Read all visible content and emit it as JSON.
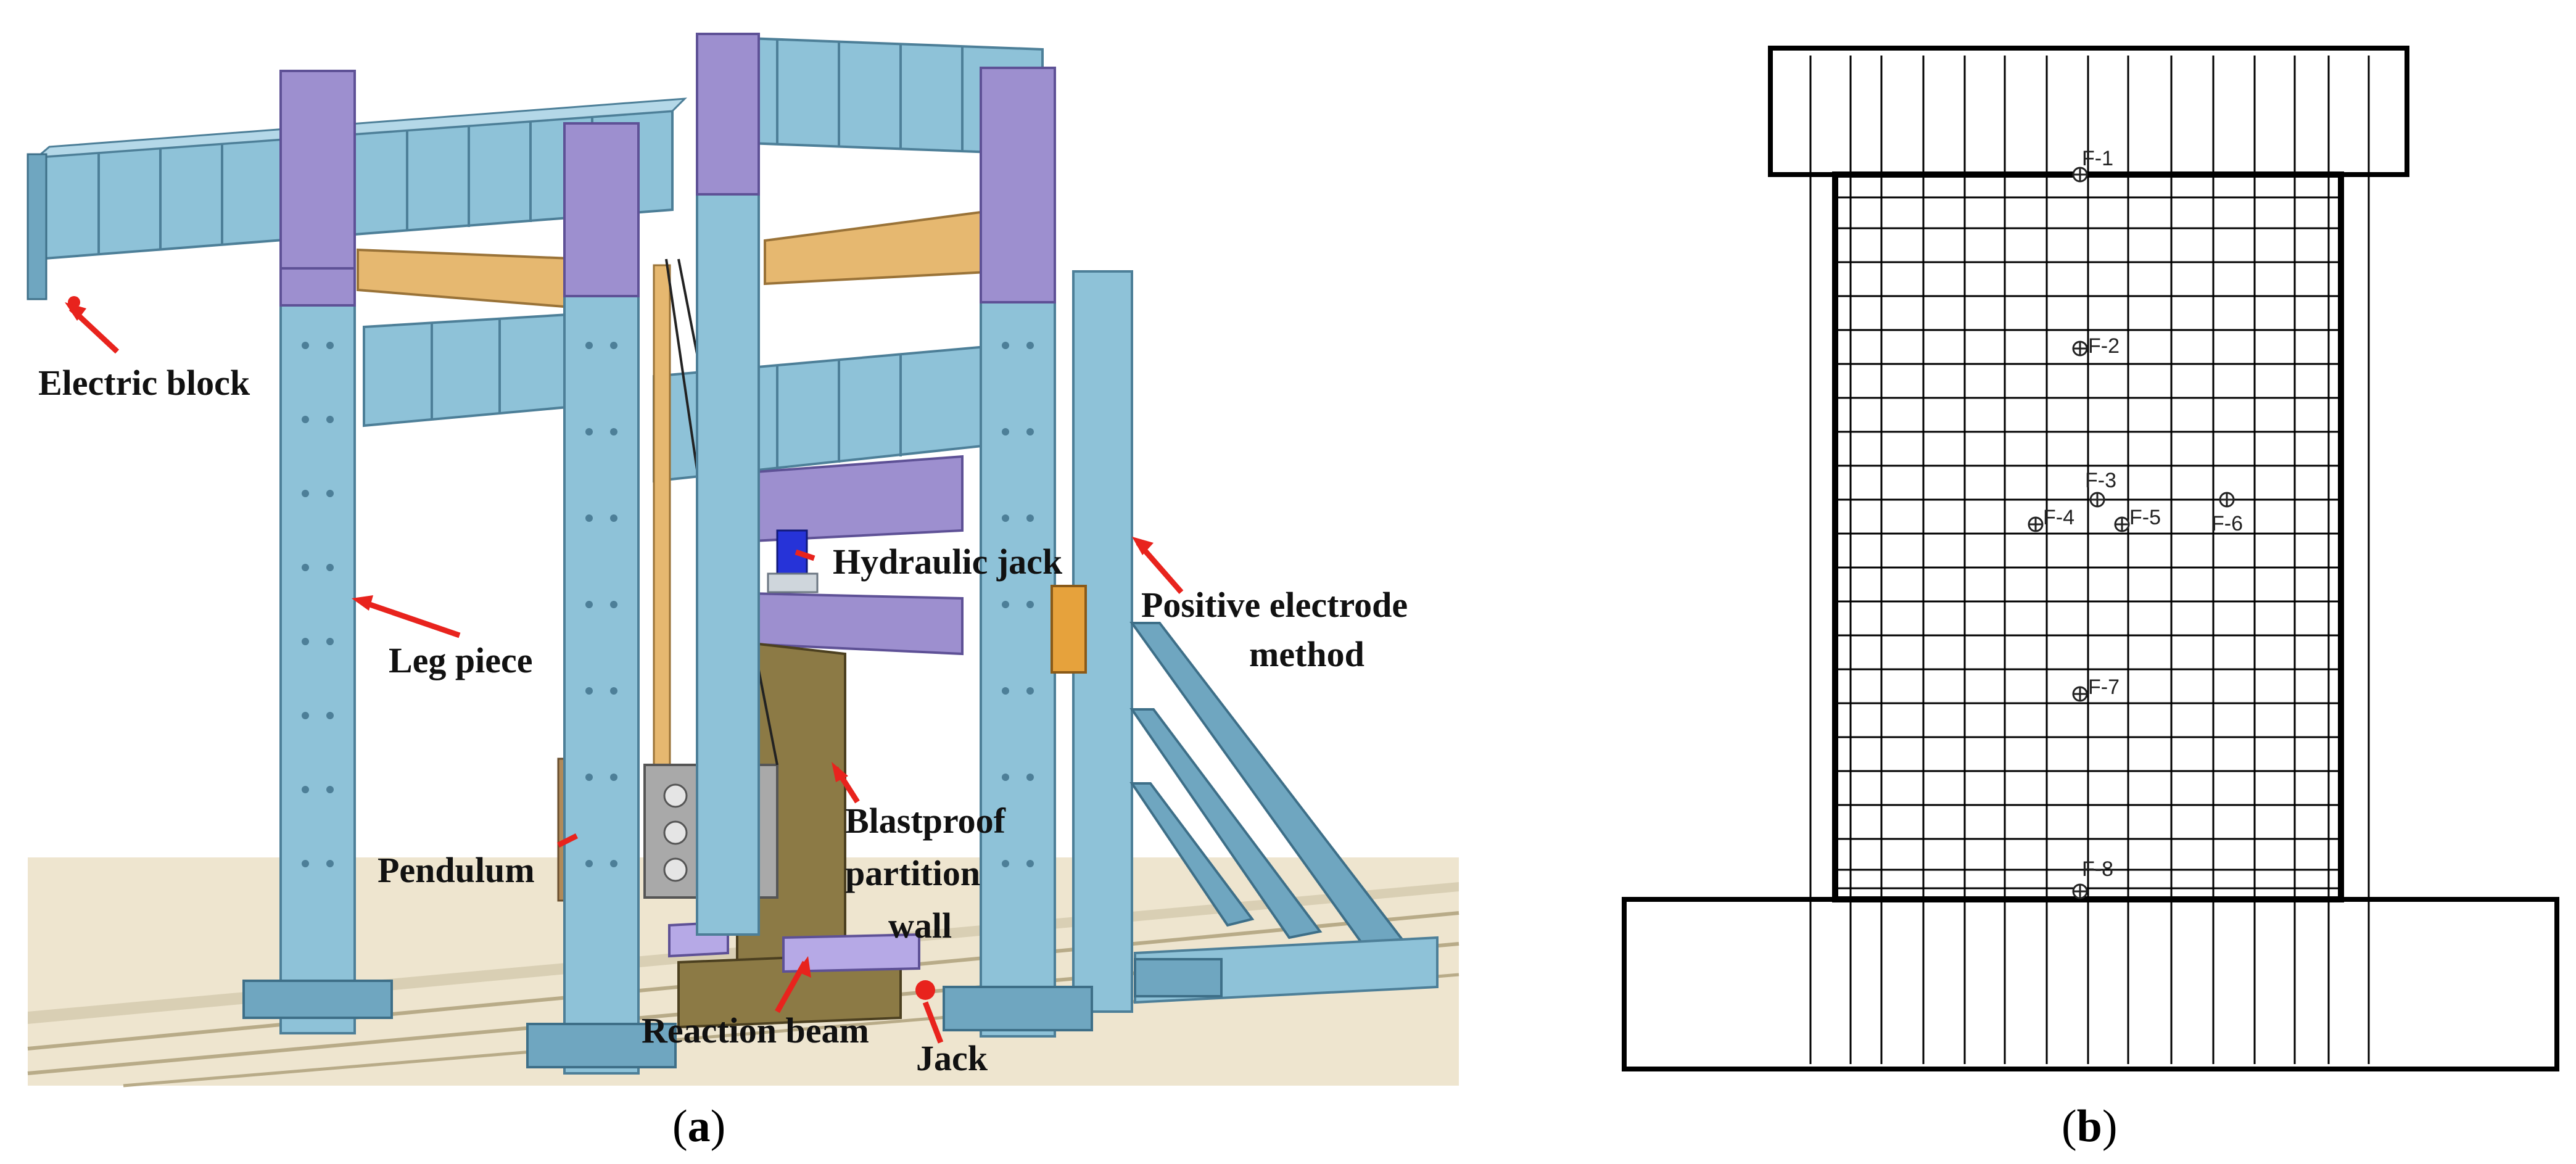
{
  "panel_a": {
    "caption_letter": "a",
    "labels": {
      "electric_block": "Electric block",
      "leg_piece": "Leg piece",
      "hydraulic_jack": "Hydraulic jack",
      "positive_electrode_1": "Positive electrode",
      "positive_electrode_2": "method",
      "pendulum": "Pendulum",
      "blastproof_1": "Blastproof",
      "blastproof_2": "partition",
      "blastproof_3": "wall",
      "reaction_beam": "Reaction beam",
      "jack": "Jack"
    },
    "colors": {
      "frame_steel": "#8ec2d8",
      "frame_steel_dark": "#6fa6c0",
      "joint_purple": "#9d8fcf",
      "beam_tan": "#e6b870",
      "wall_olive": "#8c7a45",
      "floor": "#eee5cf",
      "pendulum_grey": "#a9a9a9",
      "jack_blue": "#2633d8",
      "arrow_red": "#e8231d"
    }
  },
  "panel_b": {
    "caption_letter": "b",
    "points": [
      "F-1",
      "F-2",
      "F-3",
      "F-4",
      "F-5",
      "F-6",
      "F-7",
      "F-8"
    ]
  }
}
